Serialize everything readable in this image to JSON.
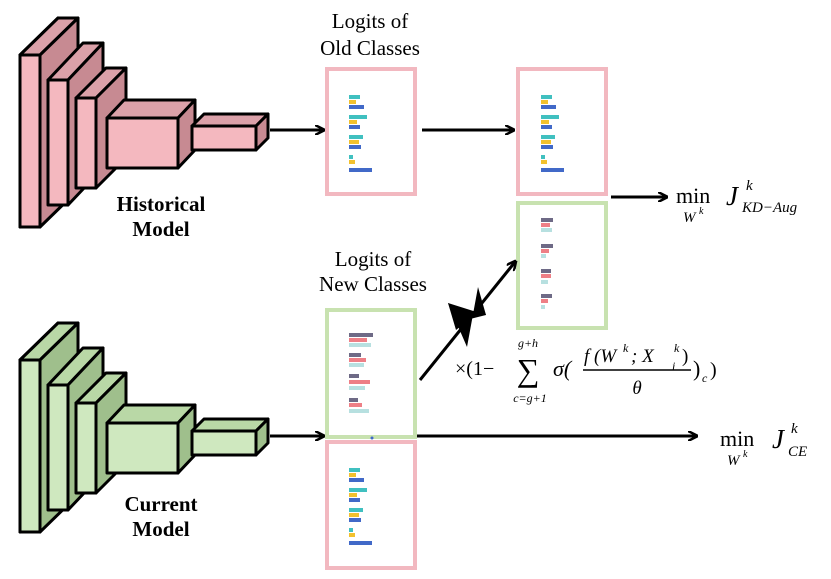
{
  "labels": {
    "logits_old_line1": "Logits of",
    "logits_old_line2": "Old Classes",
    "logits_new_line1": "Logits of",
    "logits_new_line2": "New Classes",
    "historical_line1": "Historical",
    "historical_line2": "Model",
    "current_line1": "Current",
    "current_line2": "Model"
  },
  "loss_kd": {
    "op": "min",
    "sub": "W",
    "sub_sup": "k",
    "symbol": "J",
    "sup": "k",
    "subscript": "KD−Aug"
  },
  "loss_ce": {
    "op": "min",
    "sub": "W",
    "sub_sup": "k",
    "symbol": "J",
    "sup": "k",
    "subscript": "CE"
  },
  "weight_formula": {
    "prefix": "×(1−",
    "sum": "∑",
    "sum_upper": "g+h",
    "sum_lower": "c=g+1",
    "sigma": "σ(",
    "numerator": "f (W",
    "num_sup": "k",
    "num_mid": "; X",
    "num_sup2": "k",
    "num_sub2": "i",
    "num_end": ")",
    "denominator": "θ",
    "close": ")",
    "close_sub": "c",
    "suffix": ")"
  },
  "colors": {
    "historical_fill": "#f4b8bf",
    "historical_dark": "#c78a92",
    "current_fill": "#cfe8bf",
    "current_dark": "#9fbf8c",
    "old_box": "#f2b8c0",
    "new_box": "#c8e2b0",
    "bar_teal": "#40c0c0",
    "bar_yellow": "#f2c12e",
    "bar_blue": "#4169c8",
    "bar_purple": "#6e6a86",
    "bar_pink": "#ee7f86",
    "bar_lightblue": "#b7e0e0"
  }
}
